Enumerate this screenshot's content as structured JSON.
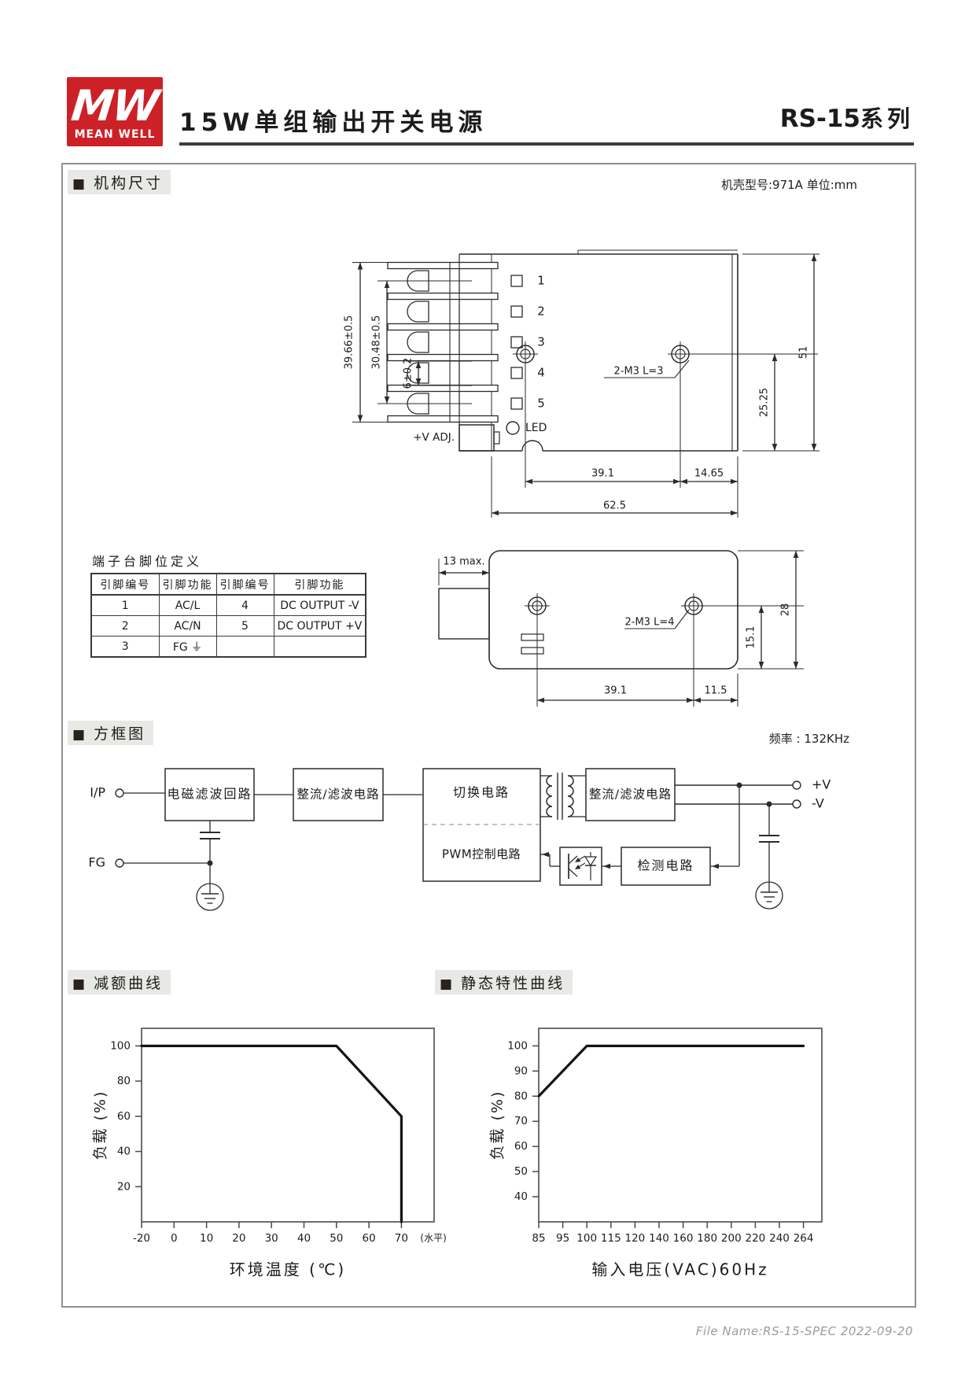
{
  "header": {
    "logo_mw": "MW",
    "logo_brand": "MEAN WELL",
    "title": "15W单组输出开关电源",
    "series": "RS-15",
    "series_suffix": "系列",
    "brand_color": "#cc2127"
  },
  "sections": {
    "bullet": "■",
    "mech": {
      "label": "机构尺寸",
      "note": "机壳型号:971A 单位:mm"
    },
    "block": {
      "label": "方框图",
      "note": "频率 : 132KHz"
    },
    "derating": {
      "label": "减额曲线"
    },
    "static_curve": {
      "label": "静态特性曲线"
    }
  },
  "mech_top": {
    "dim_height_outer": "39.66±0.5",
    "dim_height_inner": "30.48±0.5",
    "dim_pitch": "6±0.2",
    "dim_case_height": "51",
    "dim_screw_offset": "25.25",
    "screw_label": "2-M3 L=3",
    "dim_screw_x": "39.1",
    "dim_screw_edge": "14.65",
    "dim_case_width": "62.5",
    "pins": [
      "1",
      "2",
      "3",
      "4",
      "5"
    ],
    "vadj_label": "+V ADJ.",
    "led_label": "LED"
  },
  "mech_side": {
    "dim_terminal_depth": "13 max.",
    "screw_label": "2-M3 L=4",
    "dim_screw_x": "39.1",
    "dim_screw_edge": "11.5",
    "dim_screw_y": "15.1",
    "dim_case_depth": "28"
  },
  "pin_table": {
    "title": "端子台脚位定义",
    "headers": [
      "引脚编号",
      "引脚功能",
      "引脚编号",
      "引脚功能"
    ],
    "rows": [
      [
        "1",
        "AC/L",
        "4",
        "DC OUTPUT -V"
      ],
      [
        "2",
        "AC/N",
        "5",
        "DC OUTPUT +V"
      ],
      [
        "3",
        "FG ⏚",
        "",
        ""
      ]
    ]
  },
  "block_diagram": {
    "input_label": "I/P",
    "fg_label": "FG",
    "emi_filter": "电磁滤波回路",
    "rectifier_in": "整流/滤波电路",
    "switching": "切换电路",
    "pwm": "PWM控制电路",
    "rectifier_out": "整流/滤波电路",
    "detection": "检测电路",
    "out_pos": "+V",
    "out_neg": "-V"
  },
  "chart_data": [
    {
      "type": "line",
      "title": "减额曲线",
      "xlabel": "环境温度 (℃)",
      "ylabel": "负载 (%)",
      "x_note": "(水平)",
      "x_ticks": [
        -20,
        0,
        10,
        20,
        30,
        40,
        50,
        60,
        70
      ],
      "y_ticks": [
        20,
        40,
        60,
        80,
        100
      ],
      "ylim": [
        0,
        110
      ],
      "legend": null,
      "points": [
        [
          -20,
          100
        ],
        [
          50,
          100
        ],
        [
          70,
          60
        ],
        [
          70,
          0
        ]
      ]
    },
    {
      "type": "line",
      "title": "静态特性曲线",
      "xlabel": "输入电压(VAC)60Hz",
      "ylabel": "负载 (%)",
      "x_ticks": [
        85,
        95,
        100,
        115,
        120,
        140,
        160,
        180,
        200,
        220,
        240,
        264
      ],
      "y_ticks": [
        40,
        50,
        60,
        70,
        80,
        90,
        100
      ],
      "ylim": [
        30,
        107
      ],
      "legend": null,
      "points": [
        [
          85,
          80
        ],
        [
          100,
          100
        ],
        [
          264,
          100
        ]
      ]
    }
  ],
  "footer": {
    "text": "File Name:RS-15-SPEC  2022-09-20"
  }
}
